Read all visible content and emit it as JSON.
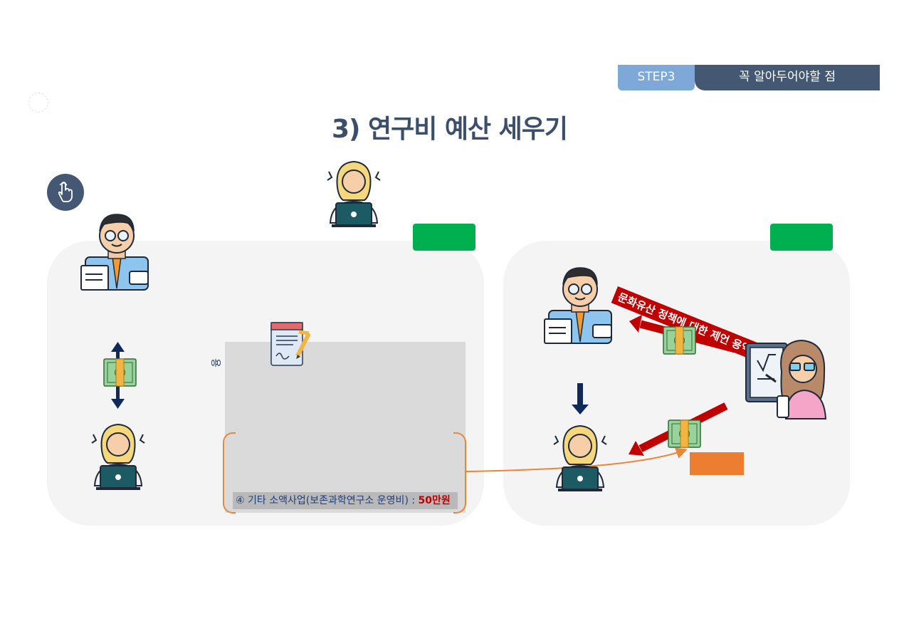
{
  "header": {
    "step_label": "STEP3",
    "section_title": "꼭 알아두어야할 점"
  },
  "page_title": "3) 연구비 예산 세우기",
  "left_panel": {
    "cut_text": "용",
    "budget_note": "④ 기타 소액사업(보존과학연구소 운영비) : ",
    "budget_amount": "50만원"
  },
  "right_panel": {
    "banner_text": "문화유산 정책에 대한 제언 용역"
  },
  "colors": {
    "accent_dark": "#445873",
    "accent_light": "#7da8d8",
    "badge_green": "#00b050",
    "arrow_red": "#c00000",
    "arrow_navy": "#0f2a5a",
    "connector_orange": "#e8873a"
  }
}
